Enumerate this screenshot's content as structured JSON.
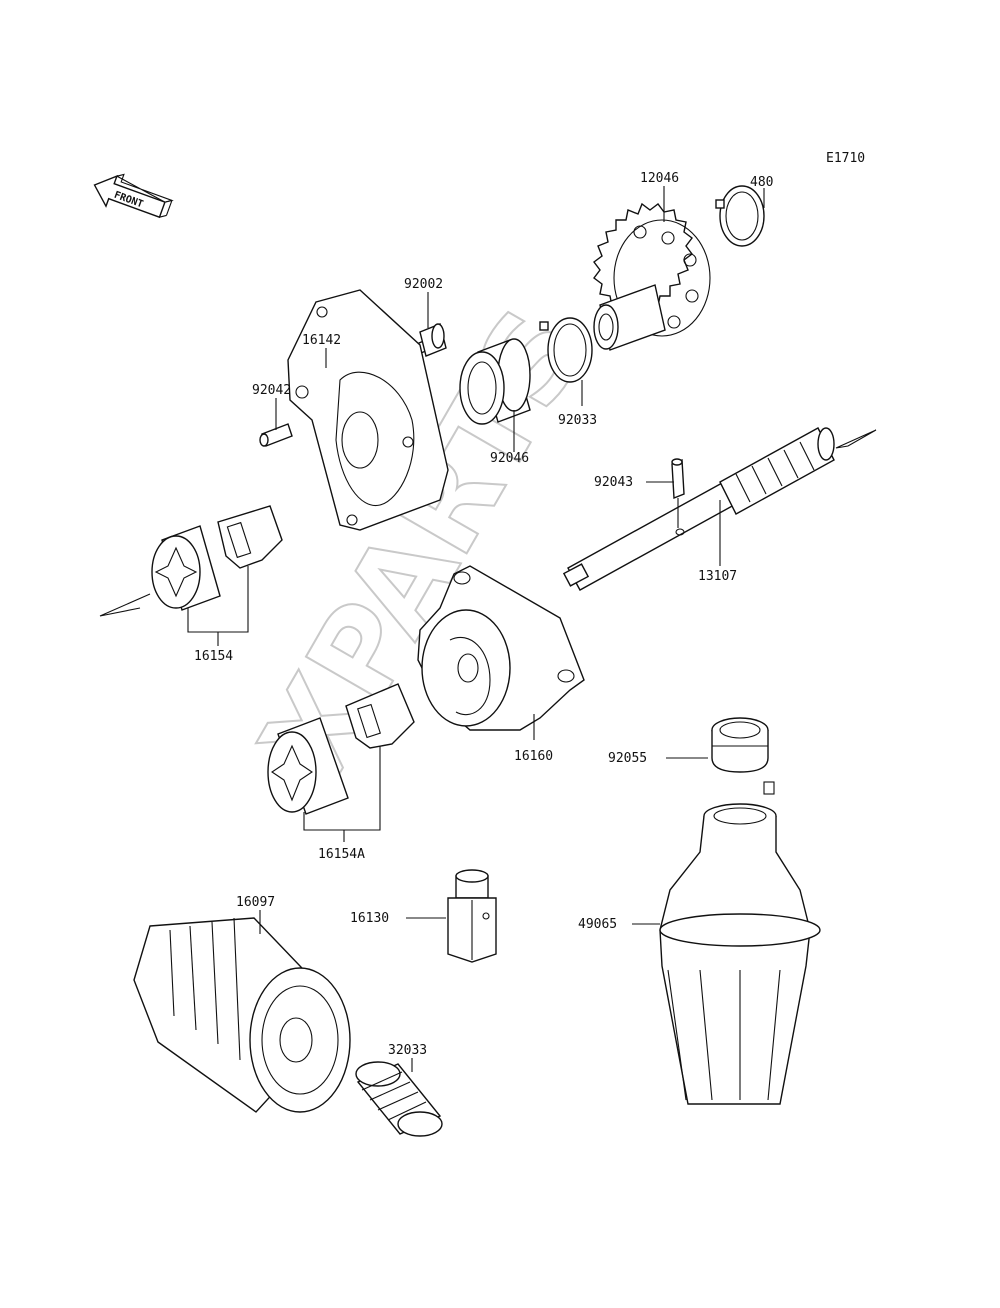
{
  "diagram": {
    "code": "E1710",
    "front_label": "FRONT",
    "watermark": "XPARTS",
    "parts": {
      "p12046": "12046",
      "p480": "480",
      "p92002": "92002",
      "p16142": "16142",
      "p92042": "92042",
      "p92046": "92046",
      "p92033": "92033",
      "p92043": "92043",
      "p13107": "13107",
      "p16154": "16154",
      "p16160": "16160",
      "p92055": "92055",
      "p16154A": "16154A",
      "p16097": "16097",
      "p16130": "16130",
      "p49065": "49065",
      "p32033": "32033"
    }
  }
}
